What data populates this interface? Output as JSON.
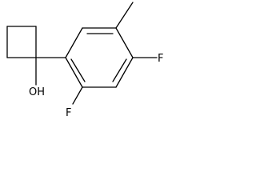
{
  "molecule": {
    "atom_labels": {
      "hydroxyl": "OH",
      "fluorine_para": "F",
      "fluorine_ortho": "F"
    },
    "bond_color": "#000000",
    "background_color": "#ffffff"
  }
}
